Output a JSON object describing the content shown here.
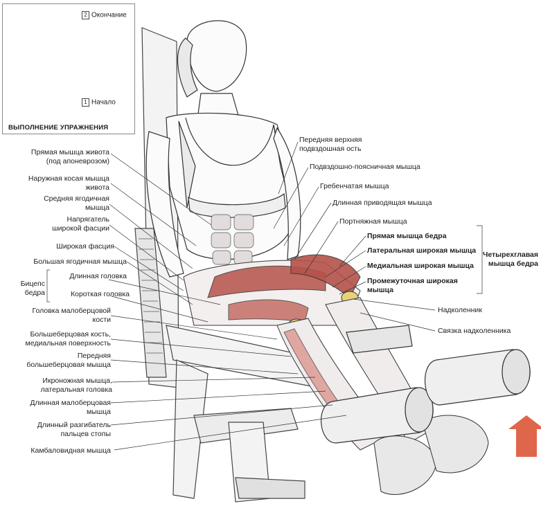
{
  "inset": {
    "title": "ВЫПОЛНЕНИЕ УПРАЖНЕНИЯ",
    "step_end_num": "2",
    "step_end": "Окончание",
    "step_start_num": "1",
    "step_start": "Начало"
  },
  "labels_left": [
    {
      "text": "Прямая мышца живота",
      "text2": "(под апоневрозом)"
    },
    {
      "text": "Наружная косая мышца",
      "text2": "живота"
    },
    {
      "text": "Средняя ягодичная",
      "text2": "мышца"
    },
    {
      "text": "Напрягатель",
      "text2": "широкой фасции"
    },
    {
      "text": "Широкая фасция"
    },
    {
      "text": "Большая ягодичная мышца"
    },
    {
      "text": "Длинная головка"
    },
    {
      "text": "Короткая головка"
    },
    {
      "text": "Головка малоберцовой",
      "text2": "кости"
    },
    {
      "text": "Большеберцовая кость,",
      "text2": "медиальная поверхность"
    },
    {
      "text": "Передняя",
      "text2": "большеберцовая мышца"
    },
    {
      "text": "Икроножная мышца,",
      "text2": "латеральная головка"
    },
    {
      "text": "Длинная малоберцовая",
      "text2": "мышца"
    },
    {
      "text": "Длинный разгибатель",
      "text2": "пальцев стопы"
    },
    {
      "text": "Камбаловидная мышца"
    }
  ],
  "biceps_group": {
    "line1": "Бицепс",
    "line2": "бедра"
  },
  "labels_right": [
    {
      "text": "Передняя верхняя",
      "text2": "подвздошная ость"
    },
    {
      "text": "Подвздошно-поясничная мышца"
    },
    {
      "text": "Гребенчатая мышца"
    },
    {
      "text": "Длинная приводящая мышца"
    },
    {
      "text": "Портняжная мышца"
    },
    {
      "text": "Прямая мышца бедра"
    },
    {
      "text": "Латеральная широкая мышца"
    },
    {
      "text": "Медиальная широкая мышца"
    },
    {
      "text": "Промежуточная широкая",
      "text2": "мышца"
    },
    {
      "text": "Надколенник"
    },
    {
      "text": "Связка надколенника"
    }
  ],
  "quad_group": {
    "line1": "Четырехглавая",
    "line2": "мышца бедра"
  },
  "colors": {
    "muscle": "#b5524a",
    "arrow": "#d94b2b",
    "line": "#333333"
  }
}
